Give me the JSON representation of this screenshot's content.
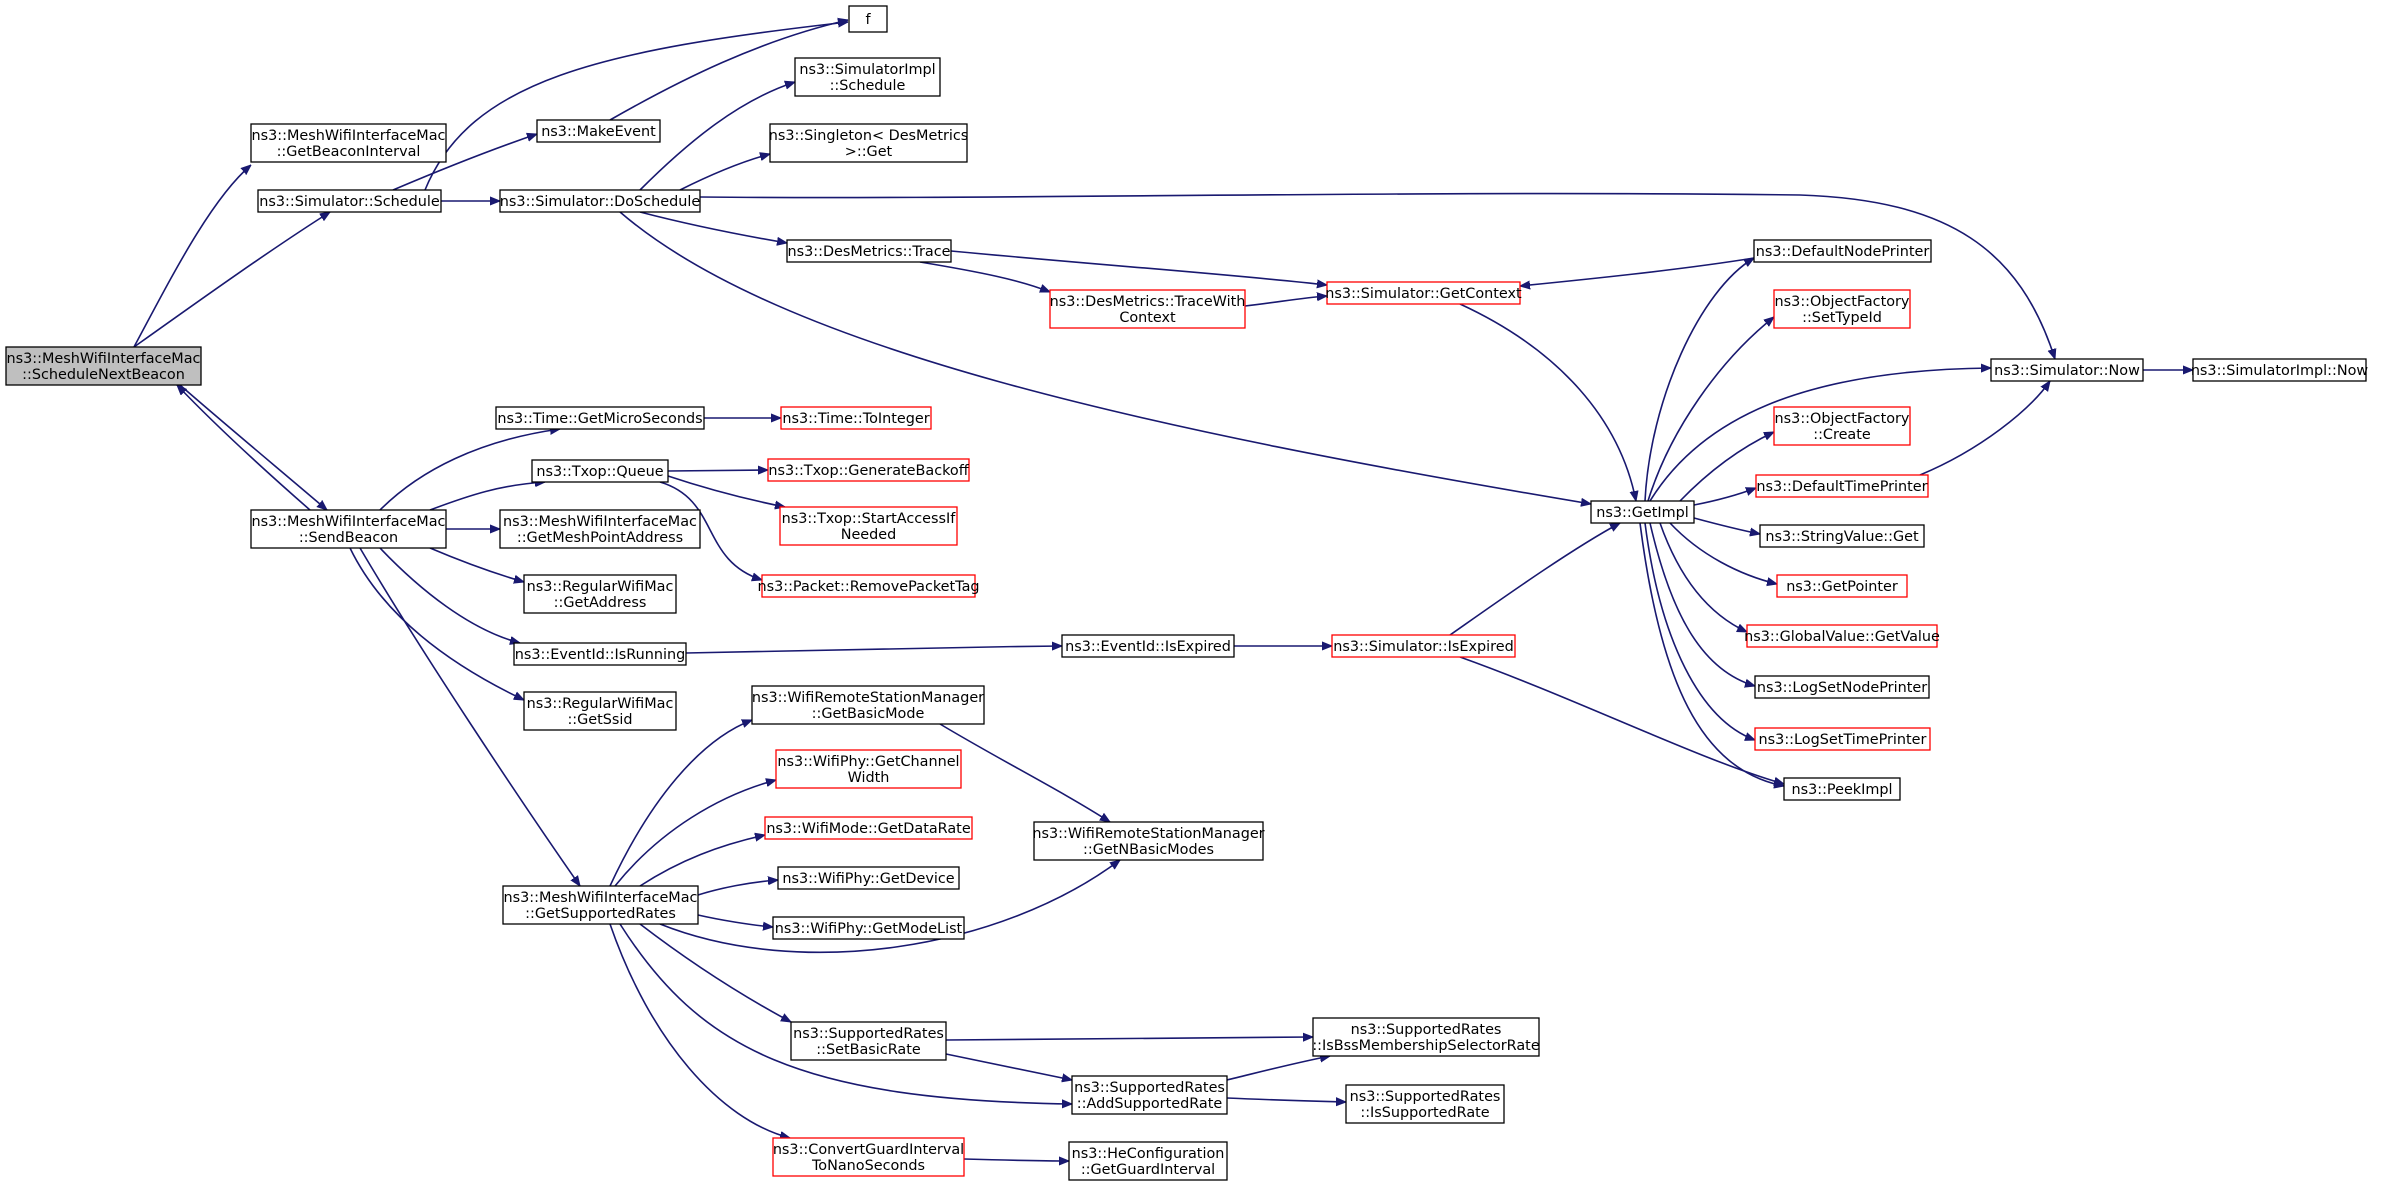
{
  "colors": {
    "edge": "#191970",
    "root_fill": "#bfbfbf",
    "node_border": "#000000",
    "truncated_border": "#ff0000",
    "node_fill": "#ffffff"
  },
  "nodes": {
    "schedule_next_beacon": [
      "ns3::MeshWifiInterfaceMac",
      "::ScheduleNextBeacon"
    ],
    "get_beacon_interval": [
      "ns3::MeshWifiInterfaceMac",
      "::GetBeaconInterval"
    ],
    "simulator_schedule": [
      "ns3::Simulator::Schedule"
    ],
    "make_event": [
      "ns3::MakeEvent"
    ],
    "f": [
      "f"
    ],
    "simulator_do_schedule": [
      "ns3::Simulator::DoSchedule"
    ],
    "simulatorimpl_schedule": [
      "ns3::SimulatorImpl",
      "::Schedule"
    ],
    "singleton_get": [
      "ns3::Singleton< DesMetrics",
      ">::Get"
    ],
    "desmetrics_trace": [
      "ns3::DesMetrics::Trace"
    ],
    "desmetrics_trace_with_context": [
      "ns3::DesMetrics::TraceWith",
      "Context"
    ],
    "simulator_get_context": [
      "ns3::Simulator::GetContext"
    ],
    "default_node_printer": [
      "ns3::DefaultNodePrinter"
    ],
    "object_factory_set_type_id": [
      "ns3::ObjectFactory",
      "::SetTypeId"
    ],
    "simulator_now": [
      "ns3::Simulator::Now"
    ],
    "simulatorimpl_now": [
      "ns3::SimulatorImpl::Now"
    ],
    "object_factory_create": [
      "ns3::ObjectFactory",
      "::Create"
    ],
    "default_time_printer": [
      "ns3::DefaultTimePrinter"
    ],
    "get_impl": [
      "ns3::GetImpl"
    ],
    "string_value_get": [
      "ns3::StringValue::Get"
    ],
    "get_pointer": [
      "ns3::GetPointer"
    ],
    "global_value_get_value": [
      "ns3::GlobalValue::GetValue"
    ],
    "log_set_node_printer": [
      "ns3::LogSetNodePrinter"
    ],
    "log_set_time_printer": [
      "ns3::LogSetTimePrinter"
    ],
    "peek_impl": [
      "ns3::PeekImpl"
    ],
    "time_get_micro_seconds": [
      "ns3::Time::GetMicroSeconds"
    ],
    "time_to_integer": [
      "ns3::Time::ToInteger"
    ],
    "txop_queue": [
      "ns3::Txop::Queue"
    ],
    "txop_generate_backoff": [
      "ns3::Txop::GenerateBackoff"
    ],
    "txop_start_access_if_needed": [
      "ns3::Txop::StartAccessIf",
      "Needed"
    ],
    "packet_remove_packet_tag": [
      "ns3::Packet::RemovePacketTag"
    ],
    "send_beacon": [
      "ns3::MeshWifiInterfaceMac",
      "::SendBeacon"
    ],
    "get_mesh_point_address": [
      "ns3::MeshWifiInterfaceMac",
      "::GetMeshPointAddress"
    ],
    "regular_wifi_mac_get_address": [
      "ns3::RegularWifiMac",
      "::GetAddress"
    ],
    "event_id_is_running": [
      "ns3::EventId::IsRunning"
    ],
    "event_id_is_expired": [
      "ns3::EventId::IsExpired"
    ],
    "simulator_is_expired": [
      "ns3::Simulator::IsExpired"
    ],
    "regular_wifi_mac_get_ssid": [
      "ns3::RegularWifiMac",
      "::GetSsid"
    ],
    "wrsm_get_basic_mode": [
      "ns3::WifiRemoteStationManager",
      "::GetBasicMode"
    ],
    "wifiphy_get_channel_width": [
      "ns3::WifiPhy::GetChannel",
      "Width"
    ],
    "wifimode_get_data_rate": [
      "ns3::WifiMode::GetDataRate"
    ],
    "wrsm_get_n_basic_modes": [
      "ns3::WifiRemoteStationManager",
      "::GetNBasicModes"
    ],
    "wifiphy_get_device": [
      "ns3::WifiPhy::GetDevice"
    ],
    "get_supported_rates": [
      "ns3::MeshWifiInterfaceMac",
      "::GetSupportedRates"
    ],
    "wifiphy_get_mode_list": [
      "ns3::WifiPhy::GetModeList"
    ],
    "supported_rates_set_basic_rate": [
      "ns3::SupportedRates",
      "::SetBasicRate"
    ],
    "supported_rates_is_bss_membership": [
      "ns3::SupportedRates",
      "::IsBssMembershipSelectorRate"
    ],
    "supported_rates_add_supported_rate": [
      "ns3::SupportedRates",
      "::AddSupportedRate"
    ],
    "supported_rates_is_supported_rate": [
      "ns3::SupportedRates",
      "::IsSupportedRate"
    ],
    "convert_guard_interval": [
      "ns3::ConvertGuardInterval",
      "ToNanoSeconds"
    ],
    "he_configuration_get_guard_interval": [
      "ns3::HeConfiguration",
      "::GetGuardInterval"
    ]
  }
}
